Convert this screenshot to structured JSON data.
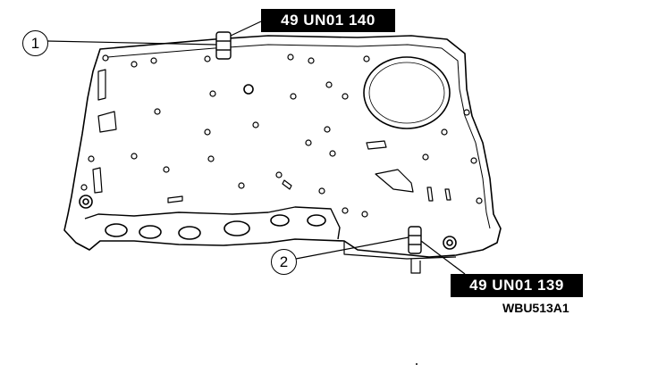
{
  "figure": {
    "callouts": [
      {
        "number": "1",
        "tool": "49 UN01 140"
      },
      {
        "number": "2",
        "tool": "49 UN01 139"
      }
    ],
    "figure_code": "WBU513A1"
  }
}
